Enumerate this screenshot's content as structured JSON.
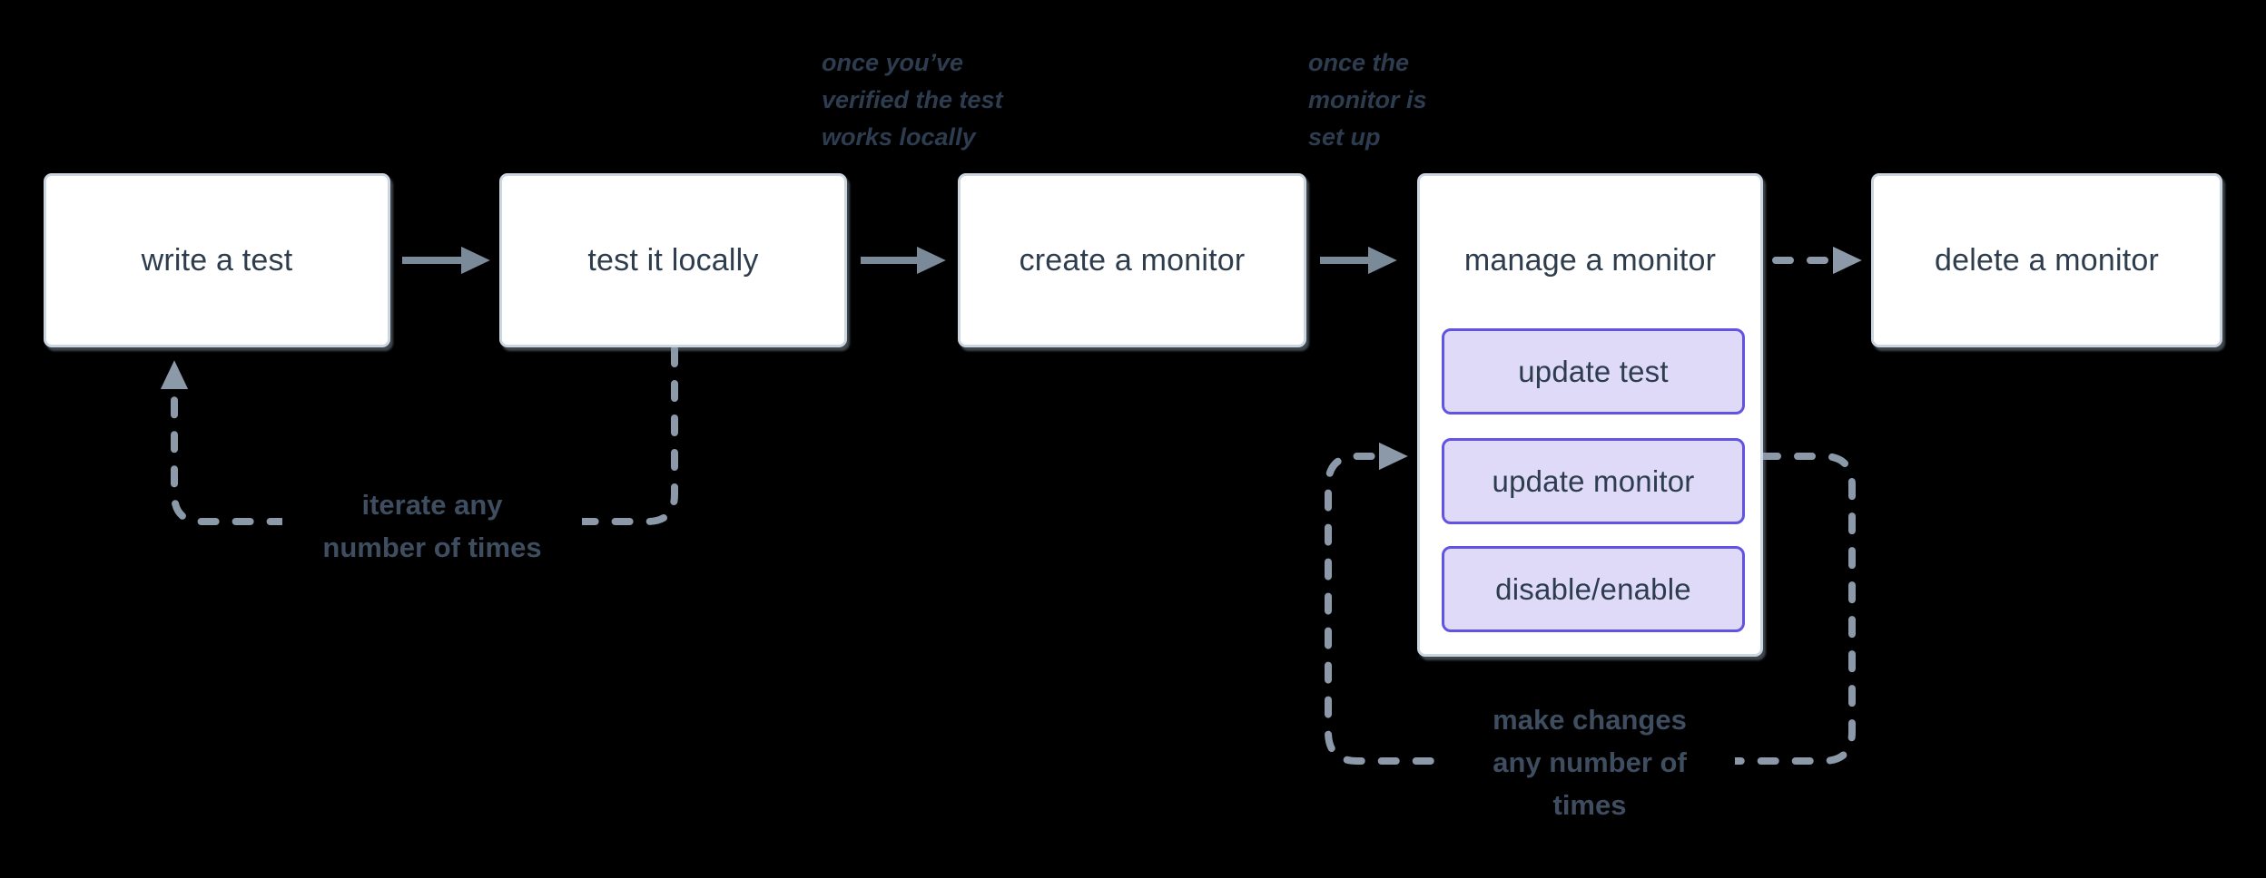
{
  "diagram_title": "monitor lifecycle flowchart",
  "colors": {
    "background": "#000000",
    "node_fill": "#ffffff",
    "node_border": "#ccd6e0",
    "node_text": "#2e3d4e",
    "solid_connector": "#7b8a99",
    "dashed_connector": "#8b99a8",
    "sub_button_fill": "#dedaf8",
    "sub_button_border": "#6254e3",
    "annotation_text": "#2d3c4e",
    "loop_label_text": "#3e4d5f"
  },
  "boxes": [
    {
      "id": "write-test",
      "label": "write a test"
    },
    {
      "id": "test-locally",
      "label": "test it locally"
    },
    {
      "id": "create-monitor",
      "label": "create a monitor"
    },
    {
      "id": "manage-monitor",
      "label": "manage a monitor",
      "buttons": [
        {
          "label": "update test"
        },
        {
          "label": "update monitor"
        },
        {
          "label": "disable/enable"
        }
      ]
    },
    {
      "id": "delete-monitor",
      "label": "delete a monitor"
    }
  ],
  "annotations": [
    {
      "id": "after-test-locally",
      "lines": [
        "once you’ve",
        "verified the test",
        "works locally"
      ]
    },
    {
      "id": "after-create-monitor",
      "lines": [
        "once the",
        "monitor is",
        "set up"
      ]
    }
  ],
  "loop_labels": [
    {
      "id": "iterate-loop",
      "lines": [
        "iterate any",
        "number of times"
      ]
    },
    {
      "id": "make-changes-loop",
      "lines": [
        "make changes",
        "any number of",
        "times"
      ]
    }
  ],
  "connectors": [
    {
      "from": "write-test",
      "to": "test-locally",
      "style": "solid-arrow"
    },
    {
      "from": "test-locally",
      "to": "create-monitor",
      "style": "solid-arrow"
    },
    {
      "from": "create-monitor",
      "to": "manage-monitor",
      "style": "solid-arrow"
    },
    {
      "from": "manage-monitor",
      "to": "delete-monitor",
      "style": "dashed-arrow"
    },
    {
      "from": "test-locally",
      "to": "write-test",
      "style": "dashed-loop"
    },
    {
      "from": "manage-monitor",
      "to": "manage-monitor",
      "style": "dashed-loop"
    }
  ]
}
